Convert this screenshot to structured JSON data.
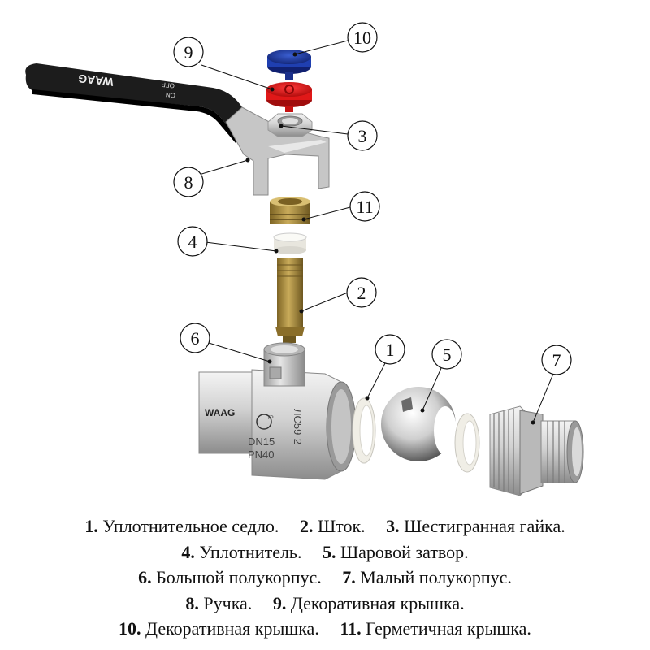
{
  "diagram": {
    "product_marks": {
      "brand": "WAAG",
      "handle_off": "OFF",
      "handle_on": "ON",
      "body_dn": "DN15",
      "body_pn": "PN40",
      "body_material": "ЛС59-2",
      "cert_mark": "ТР"
    },
    "callouts": [
      "1",
      "2",
      "3",
      "4",
      "5",
      "6",
      "7",
      "8",
      "9",
      "10",
      "11"
    ],
    "colors": {
      "handle": "#1c1c1c",
      "cap_blue": "#1f3fb0",
      "cap_red": "#e01818",
      "brass": "#b89a45",
      "steel": "#c8c8c8",
      "seal": "#efede6"
    }
  },
  "legend": {
    "lines": [
      [
        {
          "num": "1.",
          "text": "Уплотнительное седло."
        },
        {
          "num": "2.",
          "text": "Шток."
        },
        {
          "num": "3.",
          "text": "Шестигранная гайка."
        }
      ],
      [
        {
          "num": "4.",
          "text": "Уплотнитель."
        },
        {
          "num": "5.",
          "text": "Шаровой затвор."
        }
      ],
      [
        {
          "num": "6.",
          "text": "Большой полукорпус."
        },
        {
          "num": "7.",
          "text": "Малый полукорпус."
        }
      ],
      [
        {
          "num": "8.",
          "text": "Ручка."
        },
        {
          "num": "9.",
          "text": "Декоративная крышка."
        }
      ],
      [
        {
          "num": "10.",
          "text": "Декоративная крышка."
        },
        {
          "num": "11.",
          "text": "Герметичная крышка."
        }
      ]
    ]
  }
}
